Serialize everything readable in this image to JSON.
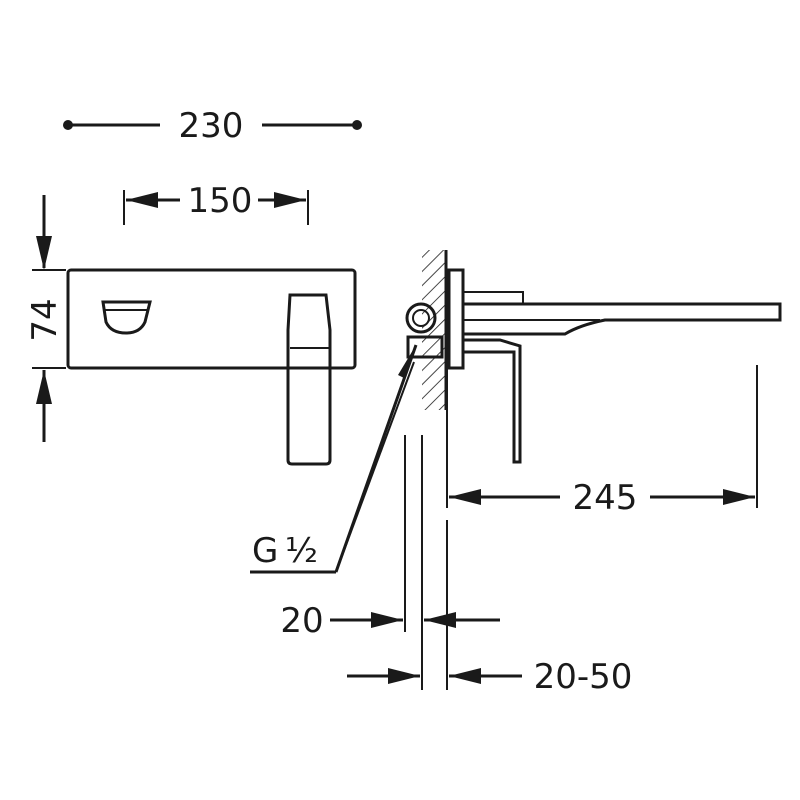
{
  "dimensions": {
    "total_width": "230",
    "plate_center_spacing": "150",
    "plate_height": "74",
    "spout_reach": "245",
    "connection_thread_prefix": "G",
    "connection_thread_fraction": "½",
    "body_depth": "20",
    "wall_adjustment": "20-50"
  },
  "colors": {
    "line": "#1a1a1a",
    "background": "#ffffff"
  }
}
